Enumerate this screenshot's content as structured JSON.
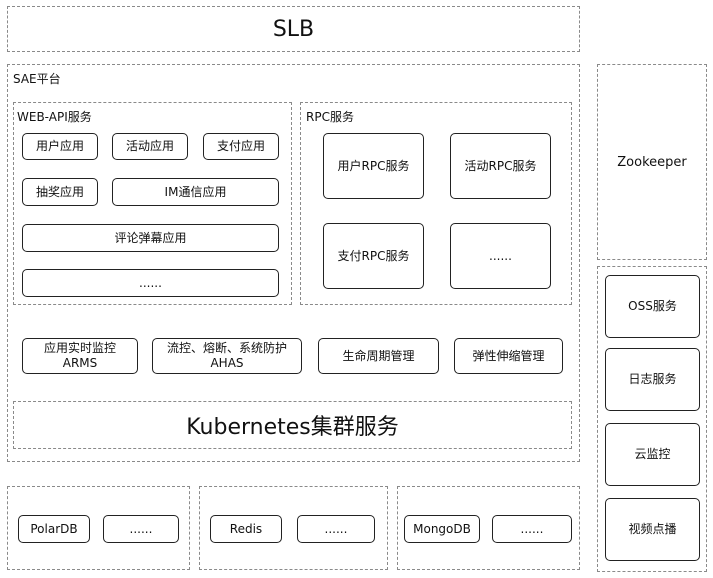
{
  "slb": "SLB",
  "sae": {
    "title": "SAE平台",
    "web_api": {
      "title": "WEB-API服务",
      "apps": [
        "用户应用",
        "活动应用",
        "支付应用",
        "抽奖应用",
        "IM通信应用",
        "评论弹幕应用",
        "......"
      ]
    },
    "rpc": {
      "title": "RPC服务",
      "services": [
        "用户RPC服务",
        "活动RPC服务",
        "支付RPC服务",
        "......"
      ]
    },
    "tools": [
      {
        "line1": "应用实时监控",
        "line2": "ARMS"
      },
      {
        "line1": "流控、熔断、系统防护",
        "line2": "AHAS"
      },
      {
        "line1": "生命周期管理",
        "line2": ""
      },
      {
        "line1": "弹性伸缩管理",
        "line2": ""
      }
    ],
    "kubernetes": "Kubernetes集群服务"
  },
  "zookeeper": "Zookeeper",
  "side_services": [
    "OSS服务",
    "日志服务",
    "云监控",
    "视频点播"
  ],
  "databases": [
    {
      "name": "PolarDB",
      "more": "......"
    },
    {
      "name": "Redis",
      "more": "......"
    },
    {
      "name": "MongoDB",
      "more": "......"
    }
  ]
}
